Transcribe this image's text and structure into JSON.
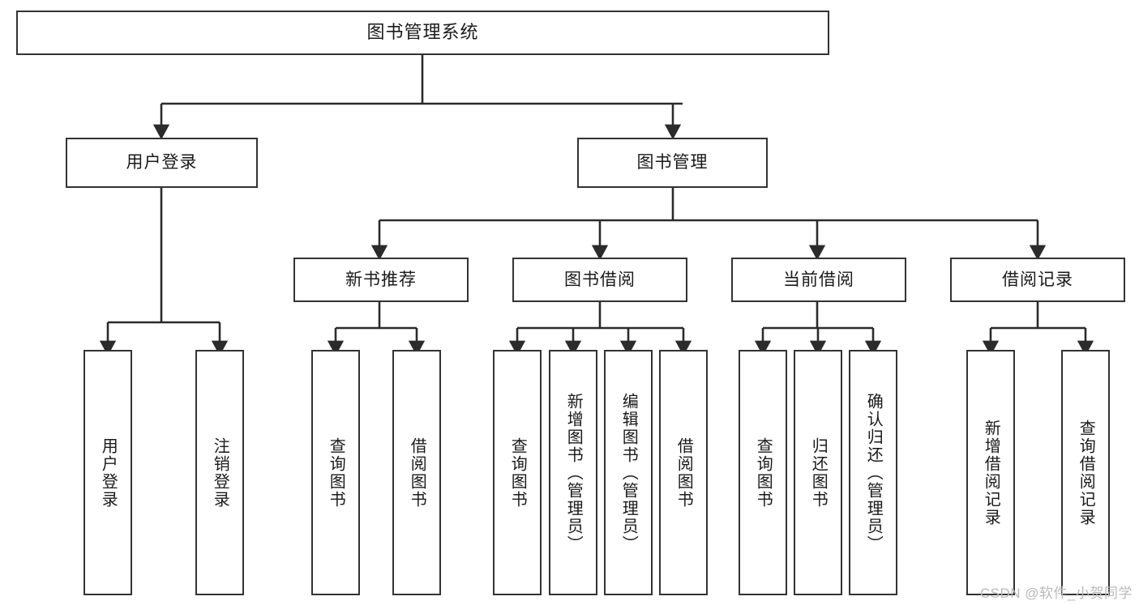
{
  "diagram": {
    "title": "图书管理系统",
    "watermark": "CSDN @软件_小贺同学",
    "colors": {
      "box_border": "#333333",
      "box_fill": "#ffffff",
      "connector": "#2b2b2b",
      "text": "#1a1a1a",
      "watermark": "#b9b9b9",
      "background": "#ffffff"
    },
    "levels": {
      "root": {
        "label": "图书管理系统"
      },
      "level2": [
        {
          "id": "user-login",
          "label": "用户登录"
        },
        {
          "id": "book-management",
          "label": "图书管理"
        }
      ],
      "level3": [
        {
          "id": "new-book-recommend",
          "label": "新书推荐",
          "parent": "book-management"
        },
        {
          "id": "book-borrow",
          "label": "图书借阅",
          "parent": "book-management"
        },
        {
          "id": "current-borrow",
          "label": "当前借阅",
          "parent": "book-management"
        },
        {
          "id": "borrow-record",
          "label": "借阅记录",
          "parent": "book-management"
        }
      ],
      "leaves": [
        {
          "id": "leaf-user-login",
          "label": "用户登录",
          "parent": "user-login"
        },
        {
          "id": "leaf-logout",
          "label": "注销登录",
          "parent": "user-login"
        },
        {
          "id": "leaf-query-book-1",
          "label": "查询图书",
          "parent": "new-book-recommend"
        },
        {
          "id": "leaf-borrow-book-1",
          "label": "借阅图书",
          "parent": "new-book-recommend"
        },
        {
          "id": "leaf-query-book-2",
          "label": "查询图书",
          "parent": "book-borrow"
        },
        {
          "id": "leaf-add-book",
          "label": "新增图书（管理员）",
          "parent": "book-borrow"
        },
        {
          "id": "leaf-edit-book",
          "label": "编辑图书（管理员）",
          "parent": "book-borrow"
        },
        {
          "id": "leaf-borrow-book-2",
          "label": "借阅图书",
          "parent": "book-borrow"
        },
        {
          "id": "leaf-query-book-3",
          "label": "查询图书",
          "parent": "current-borrow"
        },
        {
          "id": "leaf-return-book",
          "label": "归还图书",
          "parent": "current-borrow"
        },
        {
          "id": "leaf-confirm-return",
          "label": "确认归还（管理员）",
          "parent": "current-borrow"
        },
        {
          "id": "leaf-add-record",
          "label": "新增借阅记录",
          "parent": "borrow-record"
        },
        {
          "id": "leaf-query-record",
          "label": "查询借阅记录",
          "parent": "borrow-record"
        }
      ]
    }
  }
}
